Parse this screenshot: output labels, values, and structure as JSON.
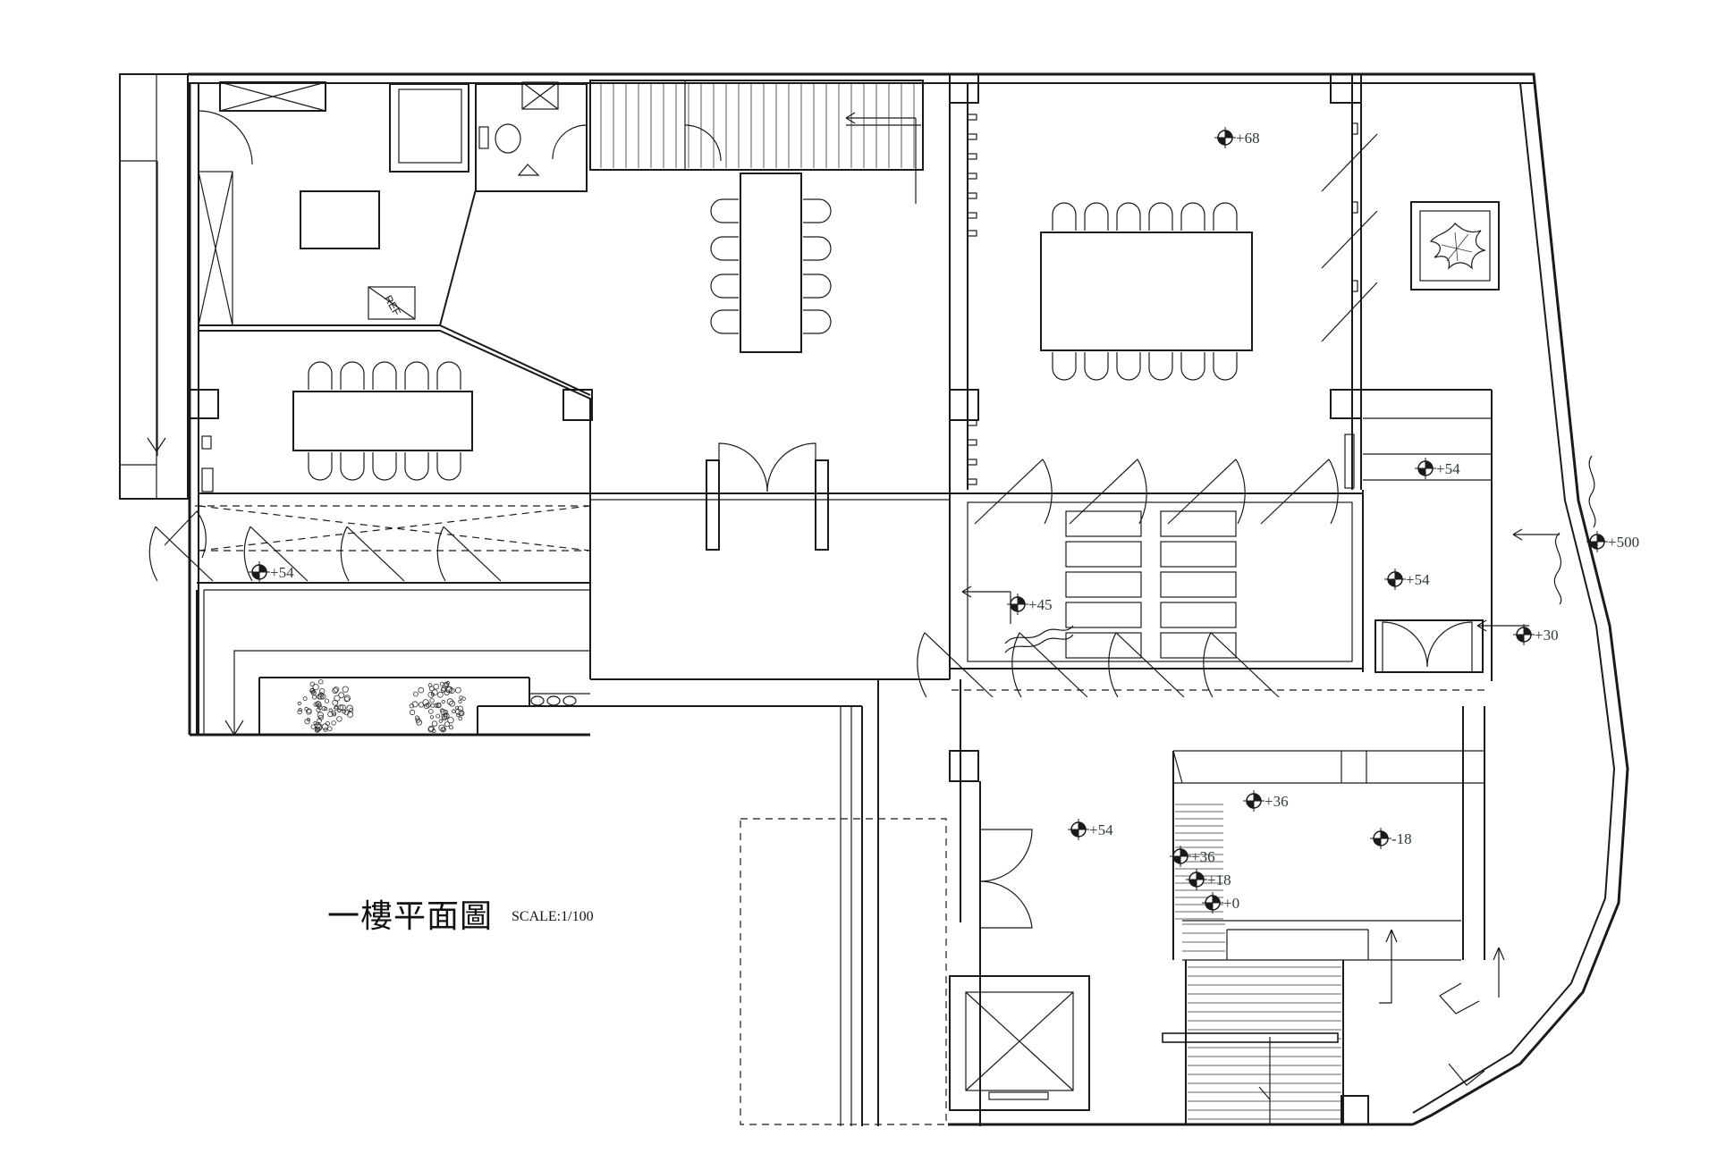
{
  "drawing": {
    "title": "一樓平面圖",
    "scale": "SCALE:1/100",
    "fixture_label": "REF"
  },
  "levels": [
    {
      "name": "level-marker-plus68",
      "text": "+68"
    },
    {
      "name": "level-marker-plus54-upper",
      "text": "+54"
    },
    {
      "name": "level-marker-plus500",
      "text": "+500"
    },
    {
      "name": "level-marker-plus54-west",
      "text": "+54"
    },
    {
      "name": "level-marker-plus45",
      "text": "+45"
    },
    {
      "name": "level-marker-plus54-east",
      "text": "+54"
    },
    {
      "name": "level-marker-plus30",
      "text": "+30"
    },
    {
      "name": "level-marker-plus36",
      "text": "+36"
    },
    {
      "name": "level-marker-plus54-south",
      "text": "+54"
    },
    {
      "name": "level-marker-minus18",
      "text": "-18"
    },
    {
      "name": "level-marker-plus36-step",
      "text": "+36"
    },
    {
      "name": "level-marker-plus18",
      "text": "+18"
    },
    {
      "name": "level-marker-plus0",
      "text": "+0"
    }
  ],
  "colors": {
    "line": "#1a1a1a",
    "level_text": "#2b3a3a",
    "background": "#ffffff"
  }
}
